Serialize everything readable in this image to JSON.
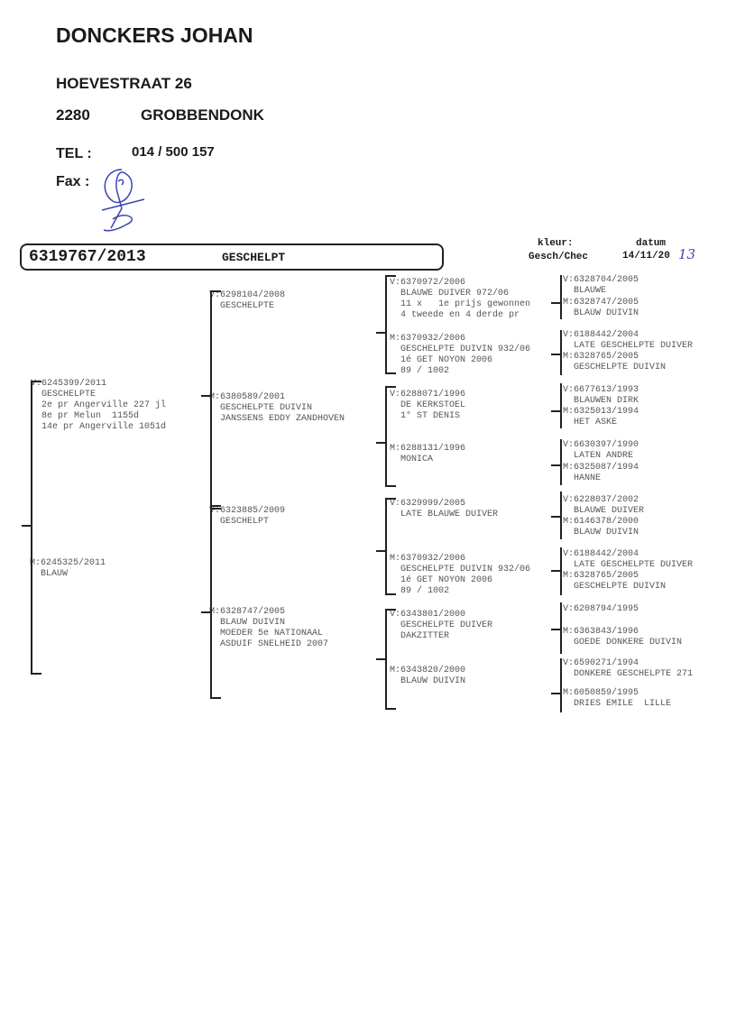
{
  "owner": {
    "name": "DONCKERS JOHAN",
    "street": "HOEVESTRAAT 26",
    "postcode": "2280",
    "city": "GROBBENDONK",
    "tel_label": "TEL :",
    "tel": "014 / 500 157",
    "fax_label": "Fax :"
  },
  "pigeon": {
    "ring": "6319767/2013",
    "color": "GESCHELPT",
    "kleur_label": "kleur:",
    "kleur": "Gesch/Chec",
    "datum_label": "datum",
    "datum": "14/11/20",
    "datum_handwritten": "13"
  },
  "colors": {
    "signature": "#3a45b0",
    "text": "#555555"
  },
  "pedigree": {
    "gen1": [
      {
        "label": "V:",
        "ring": "6245399/2011",
        "lines": [
          "GESCHELPTE",
          "2e pr Angerville 227 jl",
          "8e pr Melun  1155d",
          "14e pr Angerville 1051d"
        ]
      },
      {
        "label": "M:",
        "ring": "6245325/2011",
        "lines": [
          "BLAUW"
        ]
      }
    ],
    "gen2": [
      {
        "label": "V:",
        "ring": "6298104/2008",
        "lines": [
          "GESCHELPTE"
        ]
      },
      {
        "label": "M:",
        "ring": "6380589/2001",
        "lines": [
          "GESCHELPTE DUIVIN",
          "JANSSENS EDDY ZANDHOVEN"
        ]
      },
      {
        "label": "V:",
        "ring": "6323885/2009",
        "lines": [
          "GESCHELPT"
        ]
      },
      {
        "label": "M:",
        "ring": "6328747/2005",
        "lines": [
          "BLAUW DUIVIN",
          "MOEDER 5e NATIONAAL",
          "ASDUIF SNELHEID 2007"
        ]
      }
    ],
    "gen3": [
      {
        "label": "V:",
        "ring": "6370972/2006",
        "lines": [
          "BLAUWE DUIVER 972/06",
          "11 x   1e prijs gewonnen",
          "4 tweede en 4 derde pr"
        ]
      },
      {
        "label": "M:",
        "ring": "6370932/2006",
        "lines": [
          "GESCHELPTE DUIVIN 932/06",
          "1é GET NOYON 2006",
          "89 / 1002"
        ]
      },
      {
        "label": "V:",
        "ring": "6288071/1996",
        "lines": [
          "DE KERKSTOEL",
          "1° ST DENIS"
        ]
      },
      {
        "label": "M:",
        "ring": "6288131/1996",
        "lines": [
          "MONICA"
        ]
      },
      {
        "label": "V:",
        "ring": "6329999/2005",
        "lines": [
          "LATE BLAUWE DUIVER"
        ]
      },
      {
        "label": "M:",
        "ring": "6370932/2006",
        "lines": [
          "GESCHELPTE DUIVIN 932/06",
          "1é GET NOYON 2006",
          "89 / 1002"
        ]
      },
      {
        "label": "V:",
        "ring": "6343801/2000",
        "lines": [
          "GESCHELPTE DUIVER",
          "DAKZITTER"
        ]
      },
      {
        "label": "M:",
        "ring": "6343820/2000",
        "lines": [
          "BLAUW DUIVIN"
        ]
      }
    ],
    "gen4": [
      {
        "label": "V:",
        "ring": "6328704/2005",
        "lines": [
          "BLAUWE"
        ]
      },
      {
        "label": "M:",
        "ring": "6328747/2005",
        "lines": [
          "BLAUW DUIVIN"
        ]
      },
      {
        "label": "V:",
        "ring": "6188442/2004",
        "lines": [
          "LATE GESCHELPTE DUIVER"
        ]
      },
      {
        "label": "M:",
        "ring": "6328765/2005",
        "lines": [
          "GESCHELPTE DUIVIN"
        ]
      },
      {
        "label": "V:",
        "ring": "6677613/1993",
        "lines": [
          "BLAUWEN DIRK"
        ]
      },
      {
        "label": "M:",
        "ring": "6325013/1994",
        "lines": [
          "HET ASKE"
        ]
      },
      {
        "label": "V:",
        "ring": "6630397/1990",
        "lines": [
          "LATEN ANDRE"
        ]
      },
      {
        "label": "M:",
        "ring": "6325087/1994",
        "lines": [
          "HANNE"
        ]
      },
      {
        "label": "V:",
        "ring": "6228037/2002",
        "lines": [
          "BLAUWE DUIVER"
        ]
      },
      {
        "label": "M:",
        "ring": "6146378/2000",
        "lines": [
          "BLAUW DUIVIN"
        ]
      },
      {
        "label": "V:",
        "ring": "6188442/2004",
        "lines": [
          "LATE GESCHELPTE DUIVER"
        ]
      },
      {
        "label": "M:",
        "ring": "6328765/2005",
        "lines": [
          "GESCHELPTE DUIVIN"
        ]
      },
      {
        "label": "V:",
        "ring": "6208794/1995",
        "lines": []
      },
      {
        "label": "M:",
        "ring": "6363843/1996",
        "lines": [
          "GOEDE DONKERE DUIVIN"
        ]
      },
      {
        "label": "V:",
        "ring": "6590271/1994",
        "lines": [
          "DONKERE GESCHELPTE 271"
        ]
      },
      {
        "label": "M:",
        "ring": "6050859/1995",
        "lines": [
          "DRIES EMILE  LILLE"
        ]
      }
    ]
  }
}
